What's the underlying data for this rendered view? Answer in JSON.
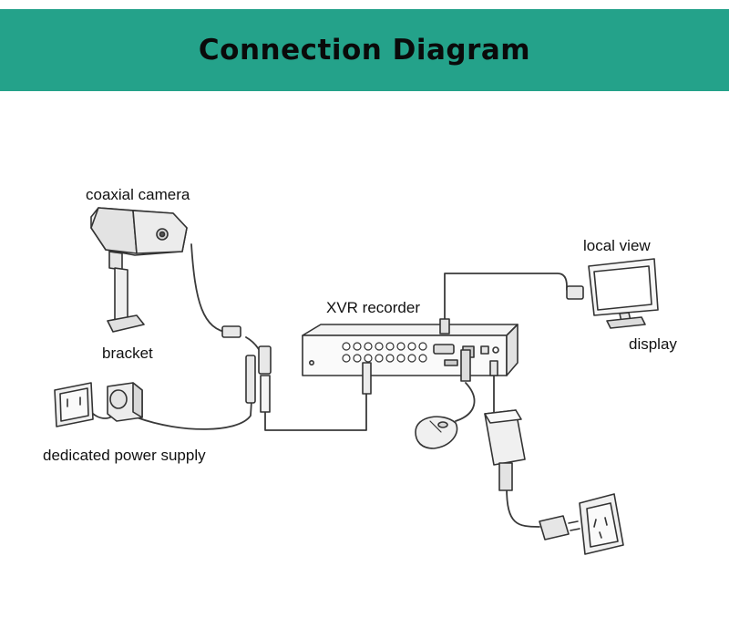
{
  "header": {
    "title": "Connection Diagram"
  },
  "labels": {
    "camera": "coaxial camera",
    "bracket": "bracket",
    "power_supply": "dedicated power supply",
    "recorder": "XVR recorder",
    "local_view": "local view",
    "display": "display"
  },
  "colors": {
    "header_bg": "#24a28a",
    "line": "#333333",
    "fill_light": "#f2f2f2",
    "fill_mid": "#d9d9d9"
  }
}
